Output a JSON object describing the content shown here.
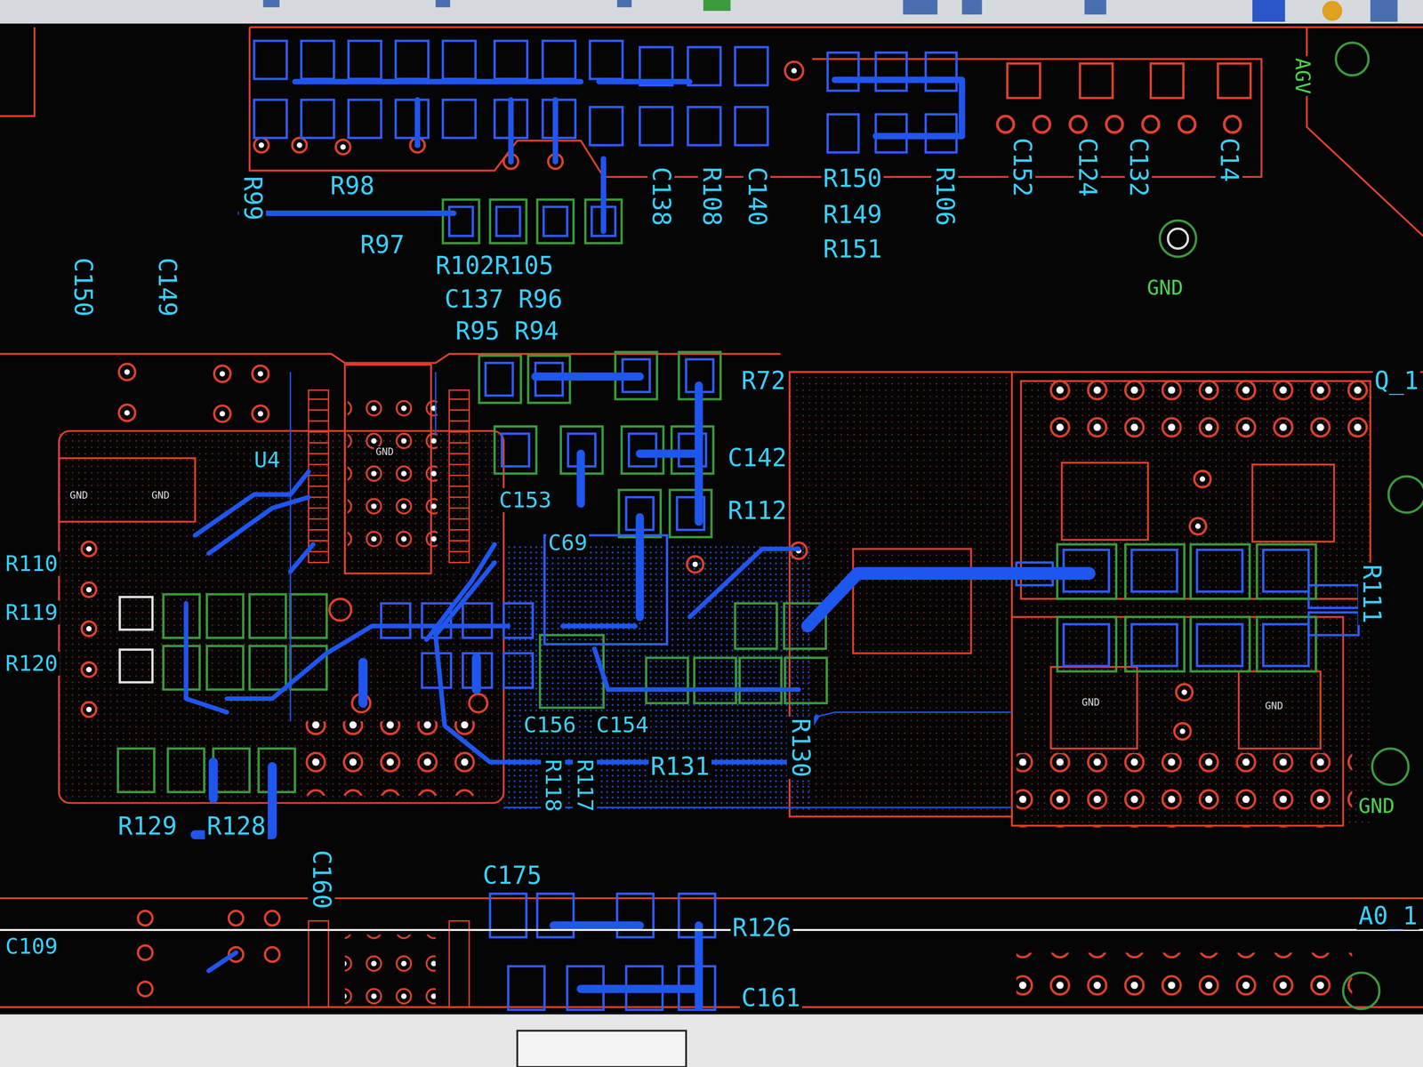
{
  "diagram": {
    "labels": [
      "R98",
      "R97",
      "R99",
      "R102R105",
      "C137 R96",
      "R95 R94",
      "C138",
      "R108",
      "C140",
      "R150",
      "R149",
      "R151",
      "R106",
      "C152",
      "C124",
      "C132",
      "C14",
      "GND",
      "C150",
      "C149",
      "R72",
      "C142",
      "R112",
      "C153",
      "C69",
      "C156",
      "C154",
      "R131",
      "R130",
      "R118",
      "R117",
      "R129",
      "R128",
      "R110",
      "R119",
      "R120",
      "C175",
      "C160",
      "R126",
      "C161",
      "C109",
      "R111",
      "Q_1",
      "A0_1",
      "GND",
      "AGV",
      "GND",
      "GND",
      "GND",
      "GND",
      "GND",
      "U4"
    ]
  }
}
